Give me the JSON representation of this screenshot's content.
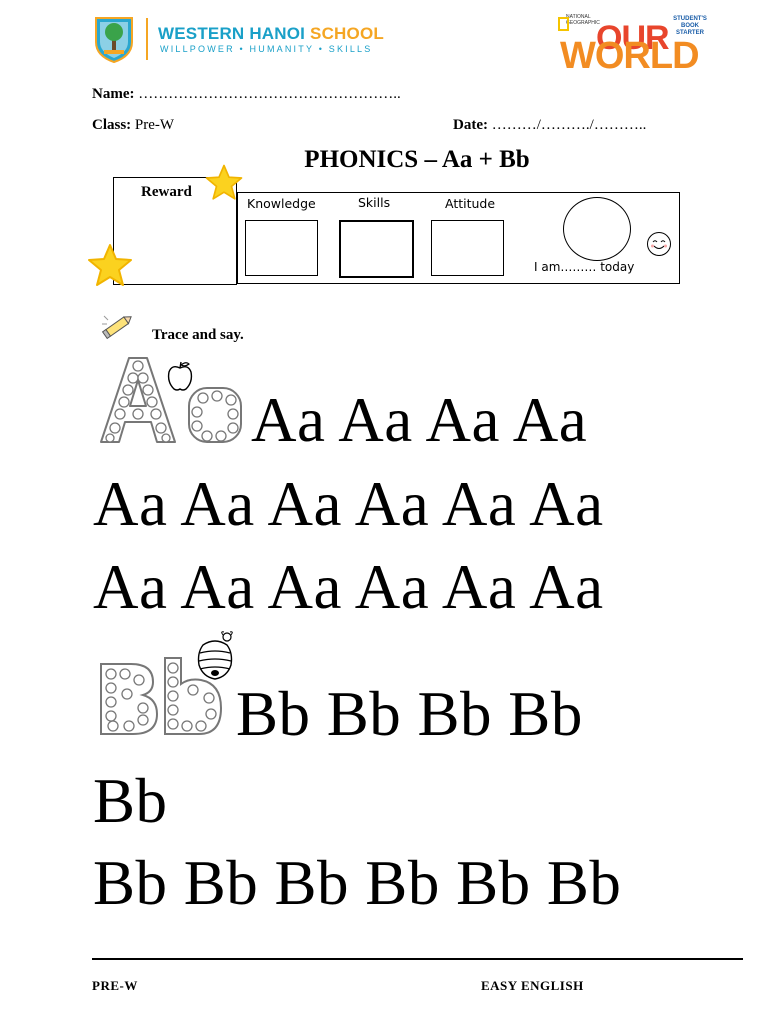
{
  "header": {
    "school_name_part1": "WESTERN HANOI ",
    "school_name_part2": "SCHOOL",
    "school_motto": "WILLPOWER • HUMANITY • SKILLS",
    "book_logo_text_1": "OUR",
    "book_logo_text_2": "WORLD",
    "book_publisher": "NATIONAL GEOGRAPHIC",
    "book_badge": "STUDENT'S BOOK STARTER"
  },
  "student_info": {
    "name_label": "Name:",
    "name_blank": " ……………………………………………..",
    "class_label": "Class:",
    "class_value": " Pre-W",
    "date_label": "Date:",
    "date_blank": " ………/………./………..",
    "accent": "#1aa0c8",
    "brand_orange": "#f5a623"
  },
  "title": "PHONICS – Aa + Bb",
  "evaluation": {
    "reward_label": "Reward",
    "knowledge_label": "Knowledge",
    "skills_label": "Skills",
    "attitude_label": "Attitude",
    "today_text": "I am……… today",
    "star_icon": "star-icon",
    "star_color": "#fbd21f",
    "smiley_icon": "smiley-face-icon"
  },
  "trace": {
    "instruction": "Trace and say.",
    "pencil_icon": "pencil-icon",
    "apple_icon": "apple-icon",
    "beehive_icon": "beehive-icon",
    "a_line_1": "Aa Aa Aa Aa",
    "a_line_2": "Aa Aa Aa Aa Aa Aa",
    "a_line_3": "Aa Aa Aa Aa Aa Aa",
    "b_line_1": "Bb Bb Bb Bb",
    "b_line_2": "Bb",
    "b_line_3": "Bb Bb Bb Bb Bb Bb"
  },
  "footer": {
    "left": "PRE-W",
    "right": "EASY ENGLISH"
  }
}
